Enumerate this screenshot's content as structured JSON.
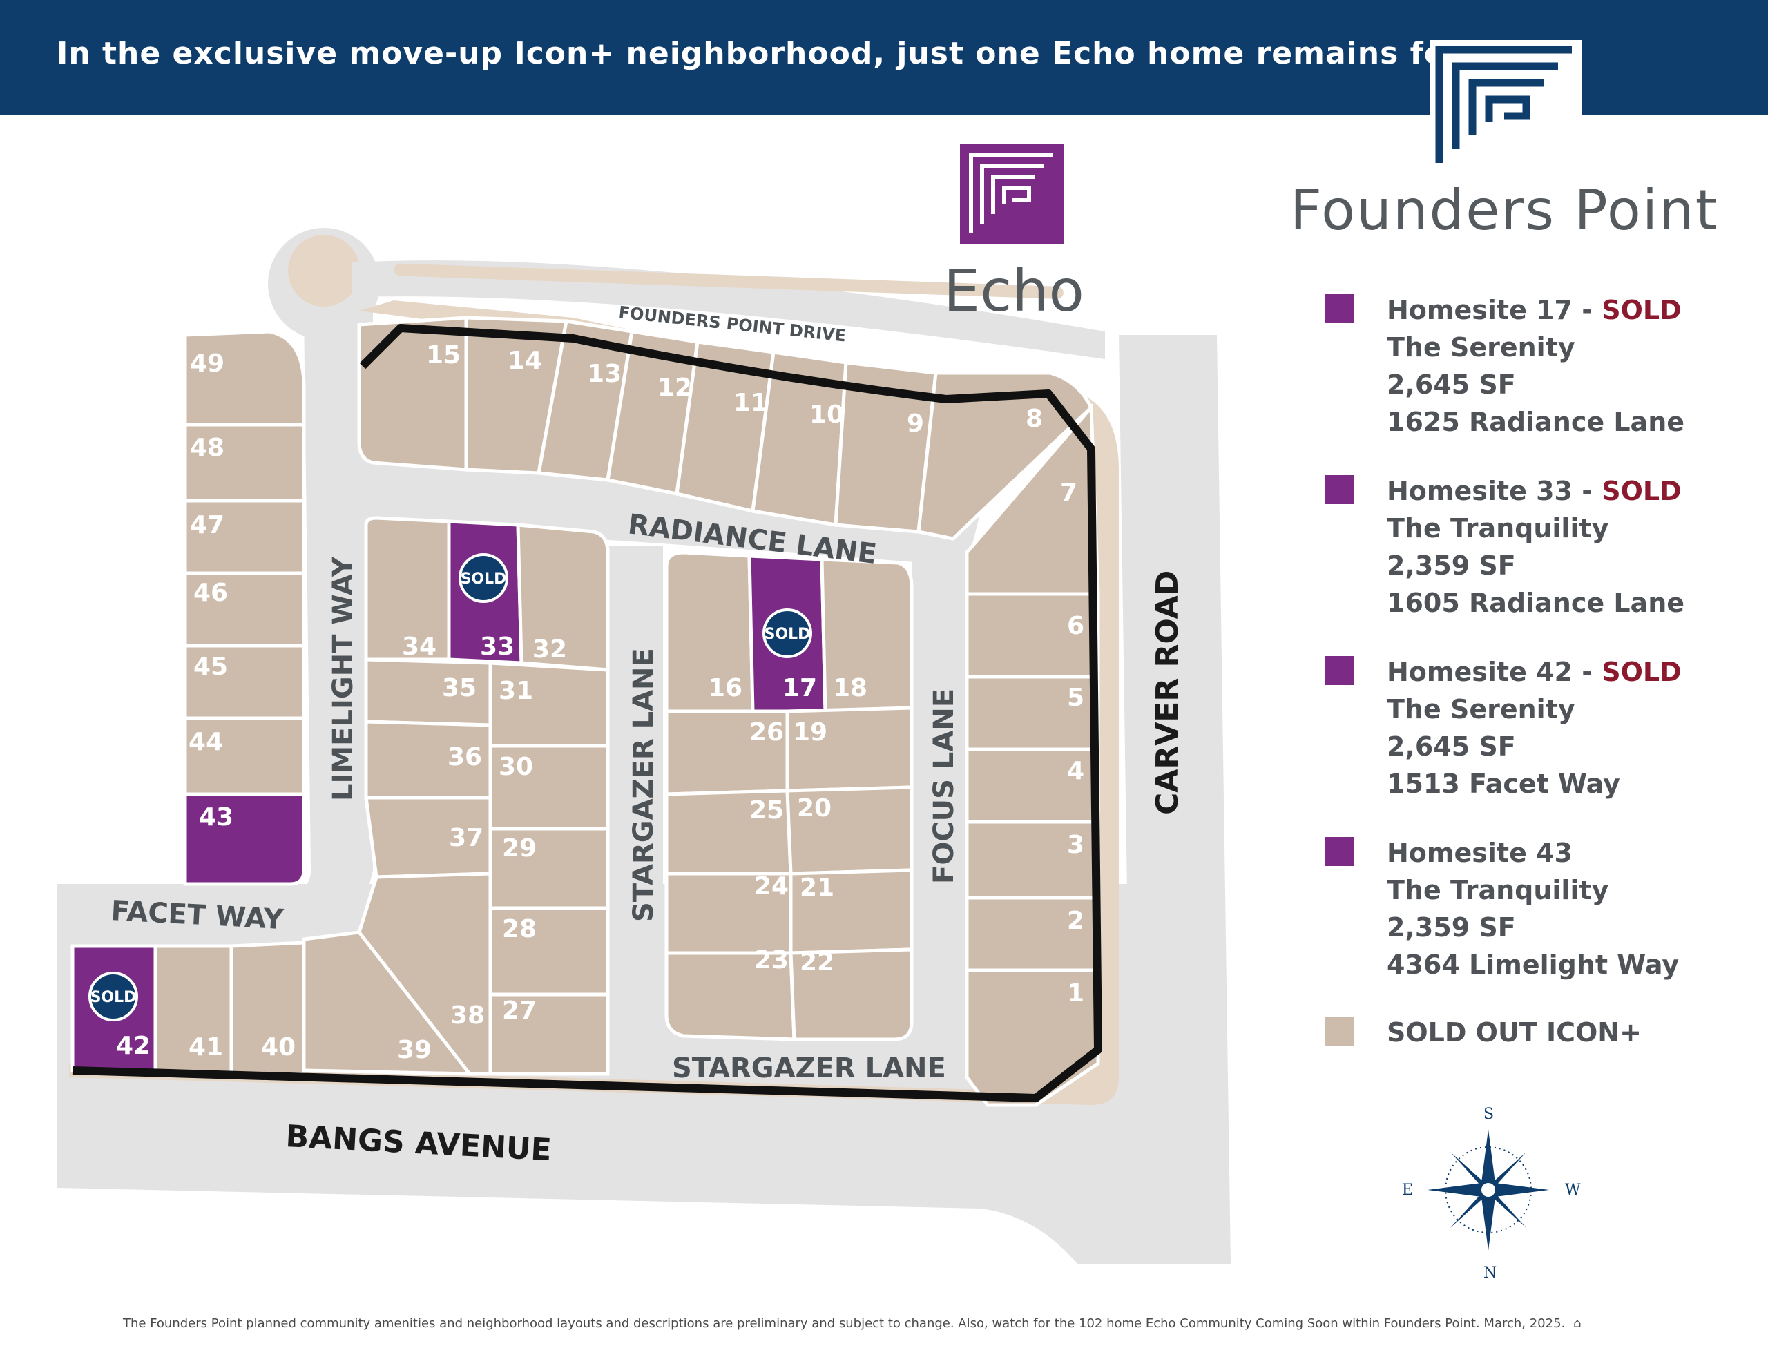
{
  "banner": {
    "text": "In the exclusive move-up Icon+ neighborhood, just one Echo home remains for sale."
  },
  "brand": {
    "title": "Founders Point",
    "echo_label": "Echo"
  },
  "colors": {
    "navy": "#0e3d6b",
    "purple": "#7b2a85",
    "tan": "#cdbcab",
    "sold_red": "#8b1a2e",
    "road": "#e3e3e3",
    "path": "#e6d6c6"
  },
  "legend": [
    {
      "swatch": "purple",
      "title": "Homesite 17 - ",
      "sold": "SOLD",
      "plan": "The Serenity",
      "sf": "2,645 SF",
      "address": "1625 Radiance Lane"
    },
    {
      "swatch": "purple",
      "title": "Homesite 33 - ",
      "sold": "SOLD",
      "plan": "The Tranquility",
      "sf": "2,359 SF",
      "address": "1605 Radiance Lane"
    },
    {
      "swatch": "purple",
      "title": "Homesite 42 - ",
      "sold": "SOLD",
      "plan": "The Serenity",
      "sf": "2,645 SF",
      "address": "1513 Facet Way"
    },
    {
      "swatch": "purple",
      "title": "Homesite 43",
      "sold": "",
      "plan": "The Tranquility",
      "sf": "2,359 SF",
      "address": "4364 Limelight Way"
    },
    {
      "swatch": "tan",
      "title": "SOLD OUT ICON+"
    }
  ],
  "streets": {
    "founders_point_drive": "FOUNDERS POINT DRIVE",
    "radiance_lane": "RADIANCE LANE",
    "limelight_way": "LIMELIGHT WAY",
    "stargazer_lane": "STARGAZER LANE",
    "focus_lane": "FOCUS LANE",
    "carver_road": "CARVER ROAD",
    "facet_way": "FACET WAY",
    "bangs_avenue": "BANGS AVENUE"
  },
  "badge_label": "SOLD",
  "compass": {
    "n": "N",
    "s": "S",
    "e": "E",
    "w": "W"
  },
  "lots": [
    "1",
    "2",
    "3",
    "4",
    "5",
    "6",
    "7",
    "8",
    "9",
    "10",
    "11",
    "12",
    "13",
    "14",
    "15",
    "16",
    "17",
    "18",
    "19",
    "20",
    "21",
    "22",
    "23",
    "24",
    "25",
    "26",
    "27",
    "28",
    "29",
    "30",
    "31",
    "32",
    "33",
    "34",
    "35",
    "36",
    "37",
    "38",
    "39",
    "40",
    "41",
    "42",
    "43",
    "44",
    "45",
    "46",
    "47",
    "48",
    "49"
  ],
  "disclaimer": "The Founders Point planned community amenities and neighborhood layouts and descriptions are preliminary and subject to change. Also, watch for the 102 home Echo Community Coming Soon within Founders Point. March, 2025."
}
